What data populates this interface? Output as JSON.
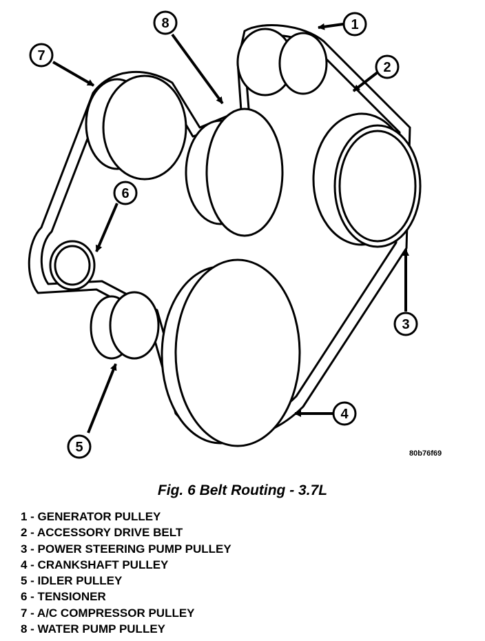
{
  "figure": {
    "reference_code": "80b76f69",
    "caption": "Fig. 6 Belt Routing - 3.7L"
  },
  "callouts": [
    "1",
    "2",
    "3",
    "4",
    "5",
    "6",
    "7",
    "8"
  ],
  "legend": [
    "1 - GENERATOR PULLEY",
    "2 - ACCESSORY DRIVE BELT",
    "3 - POWER STEERING PUMP PULLEY",
    "4 - CRANKSHAFT PULLEY",
    "5 - IDLER PULLEY",
    "6 - TENSIONER",
    "7 - A/C COMPRESSOR PULLEY",
    "8 - WATER PUMP PULLEY"
  ]
}
